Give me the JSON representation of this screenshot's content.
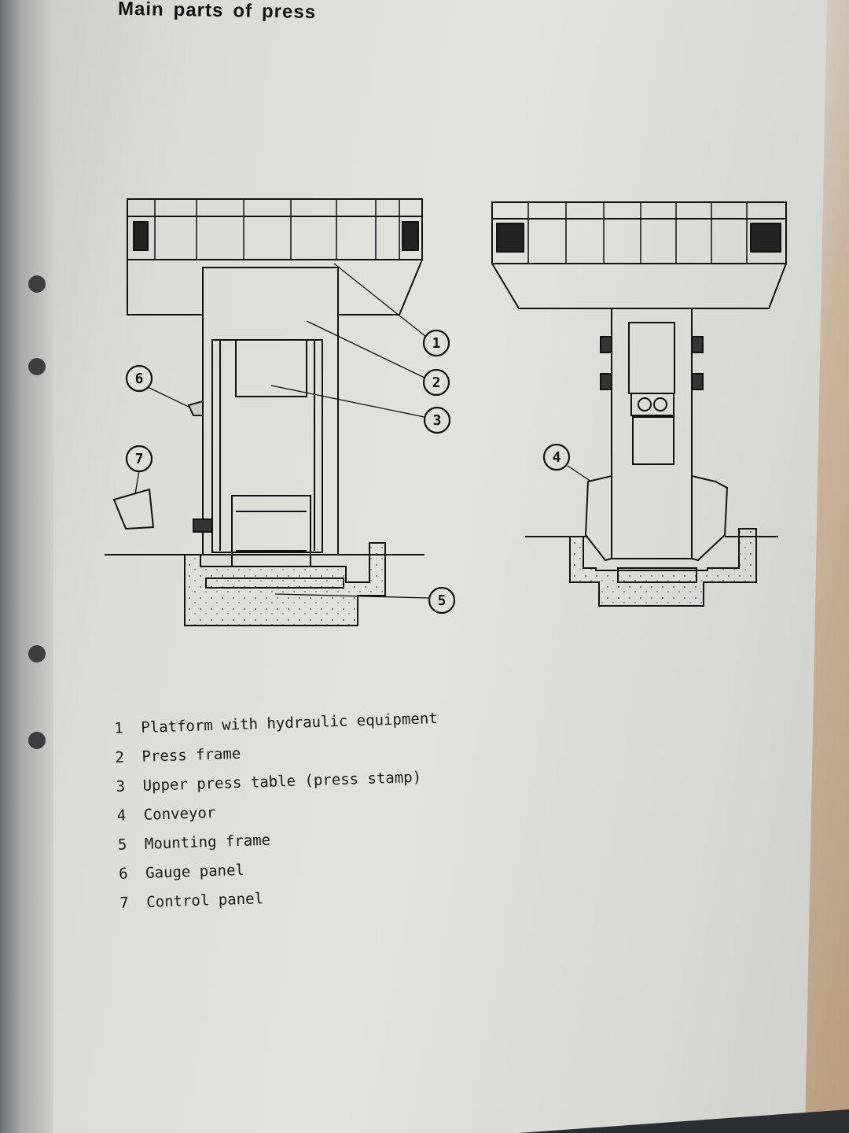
{
  "page": {
    "title_words": [
      "Main",
      "parts",
      "of",
      "press"
    ]
  },
  "diagram": {
    "callouts": {
      "c1": "1",
      "c2": "2",
      "c3": "3",
      "c4": "4",
      "c5": "5",
      "c6": "6",
      "c7": "7"
    }
  },
  "legend": {
    "items": [
      {
        "number": "1",
        "label": "Platform with hydraulic equipment"
      },
      {
        "number": "2",
        "label": "Press frame"
      },
      {
        "number": "3",
        "label": "Upper press table (press stamp)"
      },
      {
        "number": "4",
        "label": "Conveyor"
      },
      {
        "number": "5",
        "label": "Mounting frame"
      },
      {
        "number": "6",
        "label": "Gauge panel"
      },
      {
        "number": "7",
        "label": "Control panel"
      }
    ]
  }
}
